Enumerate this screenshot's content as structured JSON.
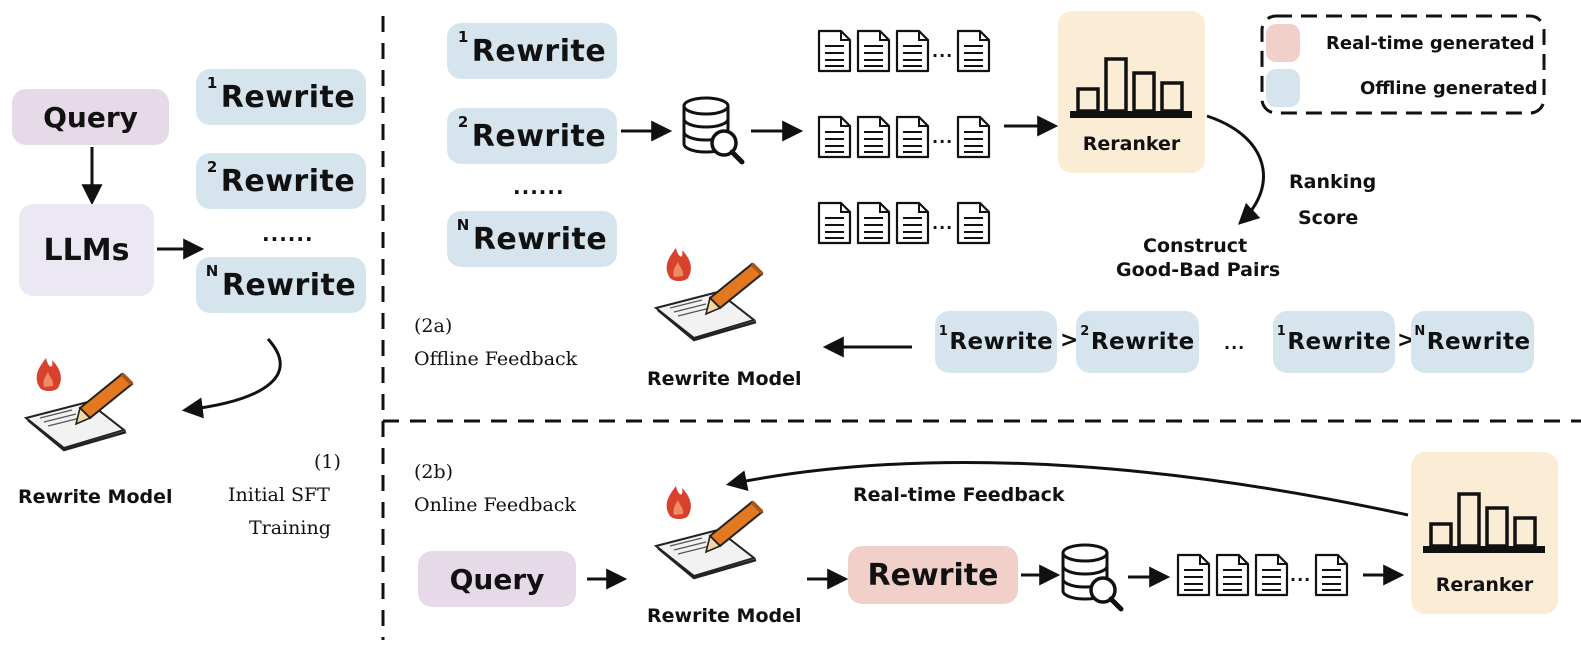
{
  "legend": {
    "realtime": "Real-time generated",
    "offline": "Offline generated"
  },
  "colors": {
    "realtime": "#f1d0c9",
    "offline": "#d6e4ee",
    "query": "#e6d9e8",
    "reranker": "#fbecd6"
  },
  "stage1": {
    "query": "Query",
    "llms": "LLMs",
    "rewrites": [
      {
        "n": "1",
        "label": "Rewrite"
      },
      {
        "n": "2",
        "label": "Rewrite"
      },
      {
        "n": "N",
        "label": "Rewrite"
      }
    ],
    "dots": "......",
    "model": "Rewrite Model",
    "caption_num": "(1)",
    "caption_line1": "Initial SFT",
    "caption_line2": "Training"
  },
  "stage2a": {
    "rewrites": [
      {
        "n": "1",
        "label": "Rewrite"
      },
      {
        "n": "2",
        "label": "Rewrite"
      },
      {
        "n": "N",
        "label": "Rewrite"
      }
    ],
    "dots": "......",
    "reranker": "Reranker",
    "ranking_line1": "Ranking",
    "ranking_line2": "Score",
    "construct_line1": "Construct",
    "construct_line2": "Good-Bad Pairs",
    "pairs": [
      {
        "n": "1",
        "label": "Rewrite"
      },
      {
        "n": "2",
        "label": "Rewrite"
      },
      {
        "n": "1",
        "label": "Rewrite"
      },
      {
        "n": "N",
        "label": "Rewrite"
      }
    ],
    "gt": ">",
    "pair_dots": "...",
    "doc_dots": "...",
    "model": "Rewrite Model",
    "caption_num": "(2a)",
    "caption": "Offline Feedback"
  },
  "stage2b": {
    "query": "Query",
    "rewrite": "Rewrite",
    "model": "Rewrite Model",
    "reranker": "Reranker",
    "feedback": "Real-time Feedback",
    "caption_num": "(2b)",
    "caption": "Online Feedback",
    "doc_dots": "..."
  }
}
